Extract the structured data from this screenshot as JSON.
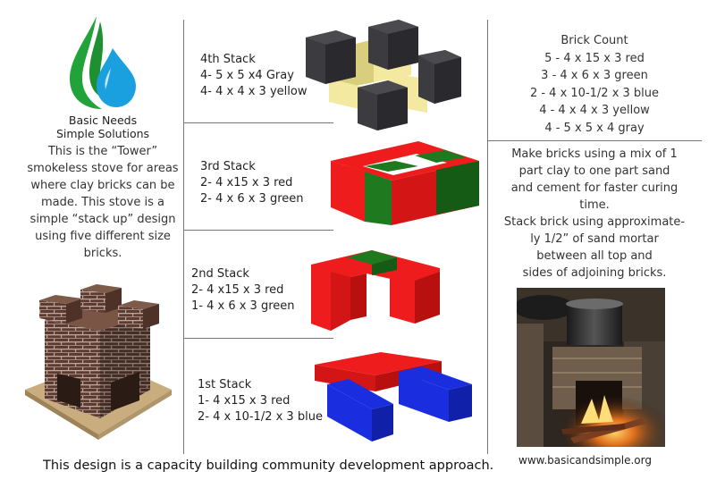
{
  "brand": {
    "line1": "Basic Needs",
    "line2": "Simple Solutions"
  },
  "intro": [
    "This is the “Tower”",
    "smokeless stove for areas",
    "where clay bricks can be",
    "made.  This stove is a",
    "simple “stack up” design",
    "using five different size",
    "bricks."
  ],
  "stacks": [
    {
      "title": "4th Stack",
      "lines": [
        "4- 5 x 5 x4 Gray",
        "4- 4 x 4 x 3 yellow"
      ]
    },
    {
      "title": "3rd Stack",
      "lines": [
        "2- 4 x15 x 3 red",
        "2- 4 x 6 x 3 green"
      ]
    },
    {
      "title": "2nd Stack",
      "lines": [
        "2- 4 x15 x 3 red",
        "1- 4 x 6 x 3 green"
      ]
    },
    {
      "title": "1st Stack",
      "lines": [
        "1- 4 x15 x 3 red",
        "2- 4 x 10-1/2 x 3 blue"
      ]
    }
  ],
  "brick_count": {
    "title": "Brick Count",
    "items": [
      "5 - 4 x 15 x 3 red",
      "3 - 4 x 6 x 3 green",
      "2 - 4 x 10-1/2 x 3 blue",
      "4 - 4 x 4 x 3 yellow",
      "4   - 5 x 5 x 4 gray"
    ]
  },
  "instructions": [
    "Make bricks using a mix of 1",
    "part clay to one part sand",
    "and cement for faster curing",
    "time.",
    "Stack brick using approximate-",
    "ly 1/2” of sand mortar",
    "between all top and",
    "sides of adjoining bricks."
  ],
  "footer": "This design is a capacity building community development approach.",
  "url": "www.basicandsimple.org",
  "colors": {
    "red": "#ee1c1c",
    "red_dark": "#b80f0f",
    "red_side": "#d41515",
    "green": "#1f7a1f",
    "green_dark": "#155a15",
    "blue": "#1a2ee0",
    "blue_dark": "#1020a8",
    "yellow": "#f3e9a0",
    "yellow_dark": "#d9cd7e",
    "gray": "#3c3c40",
    "gray_dark": "#2a2a2e",
    "logo_green": "#22a33a",
    "logo_blue": "#1aa0de"
  }
}
